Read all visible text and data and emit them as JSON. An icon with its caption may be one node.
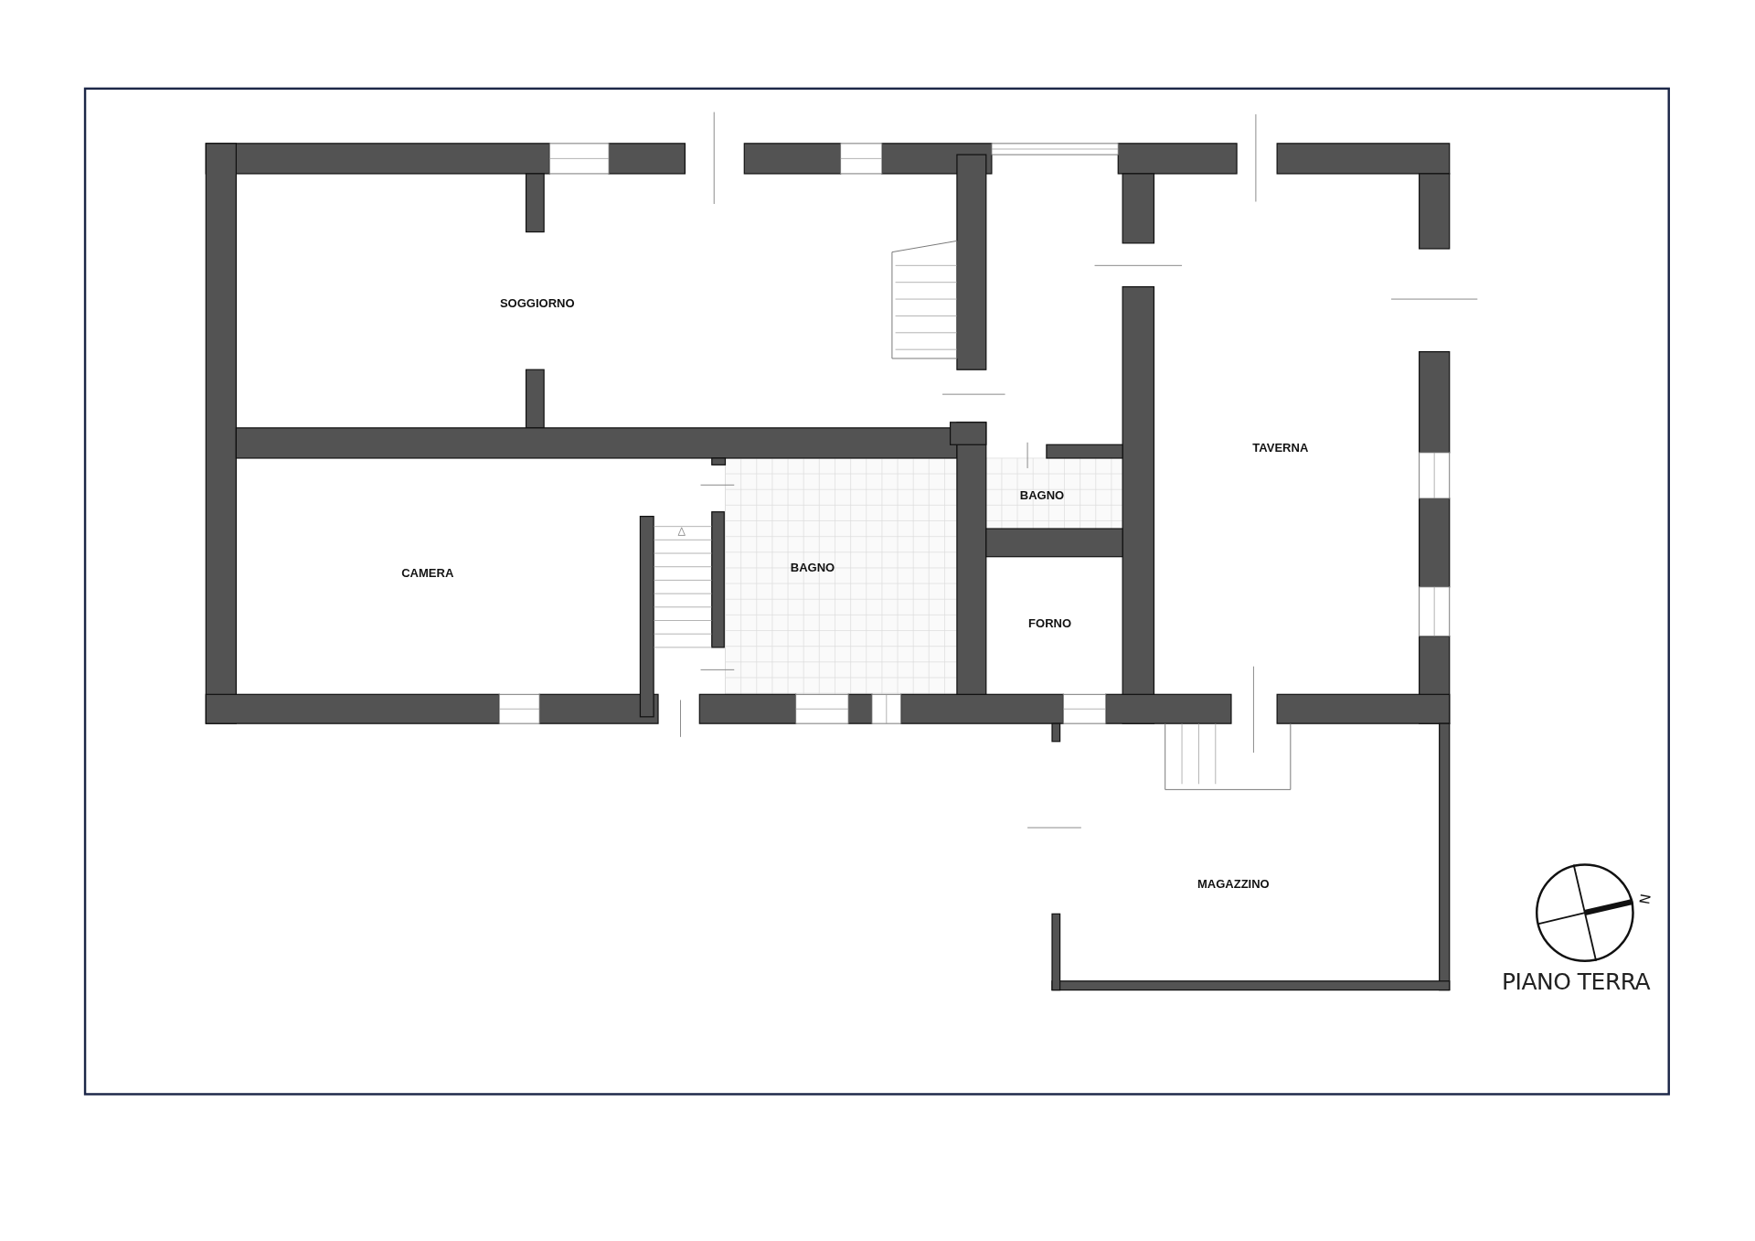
{
  "diagram": {
    "labels": [
      "SOGGIORNO",
      "TAVERNA",
      "BAGNO",
      "CAMERA",
      "BAGNO",
      "FORNO",
      "MAGAZZINO",
      "N",
      "PIANO TERRA"
    ]
  }
}
